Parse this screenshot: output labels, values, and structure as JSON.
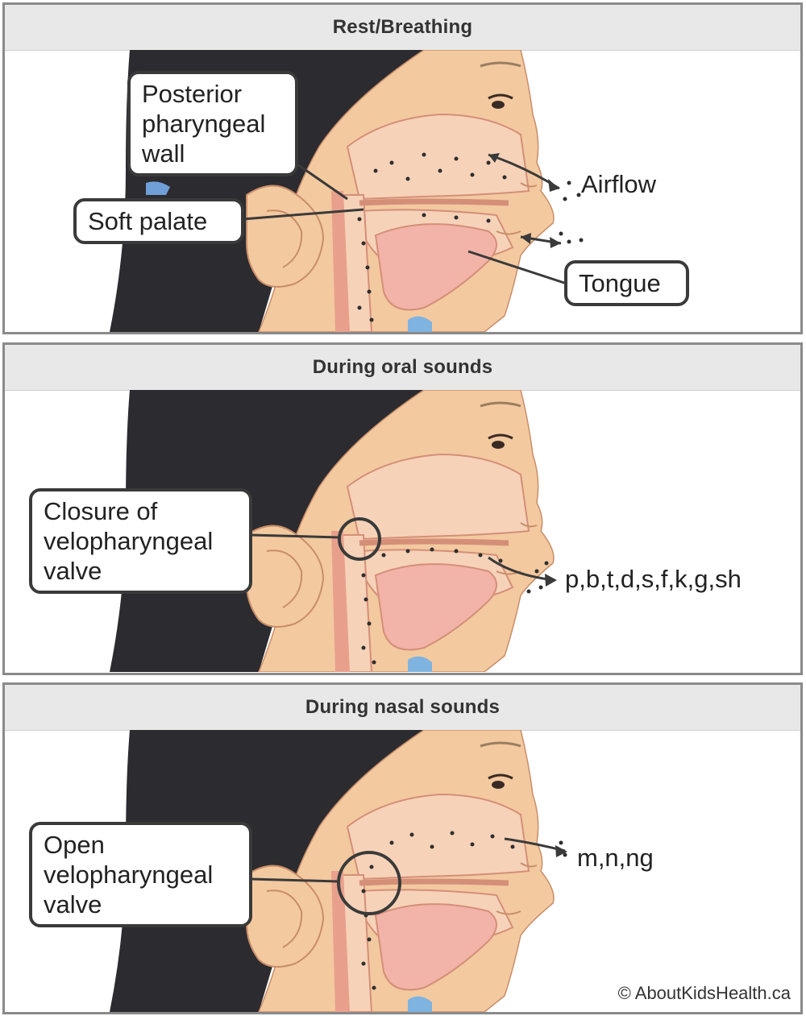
{
  "panels": [
    {
      "title": "Rest/Breathing",
      "labels": {
        "posterior_wall": "Posterior\npharyngeal\nwall",
        "soft_palate": "Soft palate",
        "airflow": "Airflow",
        "tongue": "Tongue"
      }
    },
    {
      "title": "During oral sounds",
      "labels": {
        "closure": "Closure of\nvelopharyngeal\nvalve",
        "sounds": "p,b,t,d,s,f,k,g,sh"
      }
    },
    {
      "title": "During nasal sounds",
      "labels": {
        "open": "Open\nvelopharyngeal\nvalve",
        "sounds": "m,n,ng"
      }
    }
  ],
  "copyright": "© AboutKidsHealth.ca",
  "colors": {
    "hair": "#2b2b30",
    "skin": "#f3c9a0",
    "tissue": "#e8a08c",
    "tract": "#f6d2b8",
    "outline": "#3a3a3a",
    "dots": "#2e2e2e",
    "collar": "#7fb4e0"
  }
}
